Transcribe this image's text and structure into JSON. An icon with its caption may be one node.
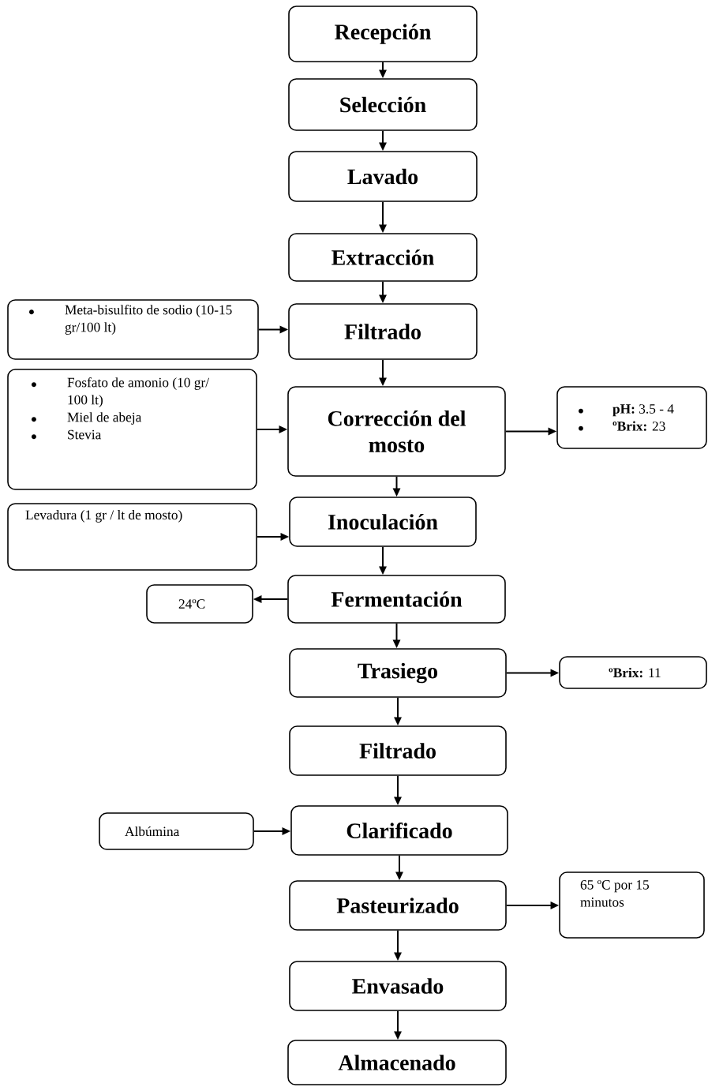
{
  "diagram": {
    "nodes": [
      {
        "text": [
          "Recepción"
        ]
      },
      {
        "text": [
          "Selección"
        ]
      },
      {
        "text": [
          "Lavado"
        ]
      },
      {
        "text": [
          "Extracción"
        ]
      },
      {
        "text": [
          "Meta-bisulfito de sodio (10-15 gr/100 lt)"
        ]
      },
      {
        "text": [
          "Filtrado"
        ]
      },
      {
        "text": [
          "Fosfato de amonio (10 gr/ 100 lt)",
          "Miel de abeja",
          "Stevia"
        ]
      },
      {
        "text": [
          "Corrección del mosto"
        ]
      },
      {
        "text": [
          "**pH:** 3.5 - 4",
          "**ºBrix:** 23"
        ]
      },
      {
        "text": [
          "Levadura (1 gr / lt de mosto)"
        ]
      },
      {
        "text": [
          "Inoculación"
        ]
      },
      {
        "text": [
          "24ºC"
        ]
      },
      {
        "text": [
          "Fermentación"
        ]
      },
      {
        "text": [
          "Trasiego"
        ]
      },
      {
        "text": [
          "**ºBrix:** 11"
        ]
      },
      {
        "text": [
          "Filtrado"
        ]
      },
      {
        "text": [
          "Albúmina"
        ]
      },
      {
        "text": [
          "Clarificado"
        ]
      },
      {
        "text": [
          "Pasteurizado"
        ]
      },
      {
        "text": [
          "65 ºC por 15 minutos"
        ]
      },
      {
        "text": [
          "Envasado"
        ]
      },
      {
        "text": [
          "Almacenado"
        ]
      }
    ],
    "edges": [
      {
        "from": 0,
        "to": 1,
        "arrow": "to"
      },
      {
        "from": 1,
        "to": 2,
        "arrow": "to"
      },
      {
        "from": 2,
        "to": 3,
        "arrow": "to"
      },
      {
        "from": 3,
        "to": 5,
        "arrow": "to"
      },
      {
        "from": 4,
        "to": 5,
        "arrow": "to"
      },
      {
        "from": 5,
        "to": 7,
        "arrow": "to"
      },
      {
        "from": 6,
        "to": 7,
        "arrow": "to"
      },
      {
        "from": 7,
        "to": 8,
        "arrow": "to"
      },
      {
        "from": 7,
        "to": 10,
        "arrow": "to"
      },
      {
        "from": 9,
        "to": 10,
        "arrow": "to"
      },
      {
        "from": 10,
        "to": 12,
        "arrow": "to"
      },
      {
        "from": 12,
        "to": 11,
        "arrow": "to"
      },
      {
        "from": 12,
        "to": 13,
        "arrow": "to"
      },
      {
        "from": 13,
        "to": 14,
        "arrow": "to"
      },
      {
        "from": 13,
        "to": 15,
        "arrow": "to"
      },
      {
        "from": 15,
        "to": 17,
        "arrow": "to"
      },
      {
        "from": 16,
        "to": 17,
        "arrow": "to"
      },
      {
        "from": 17,
        "to": 18,
        "arrow": "to"
      },
      {
        "from": 18,
        "to": 19,
        "arrow": "to"
      },
      {
        "from": 18,
        "to": 20,
        "arrow": "to"
      },
      {
        "from": 20,
        "to": 21,
        "arrow": "to"
      }
    ]
  }
}
